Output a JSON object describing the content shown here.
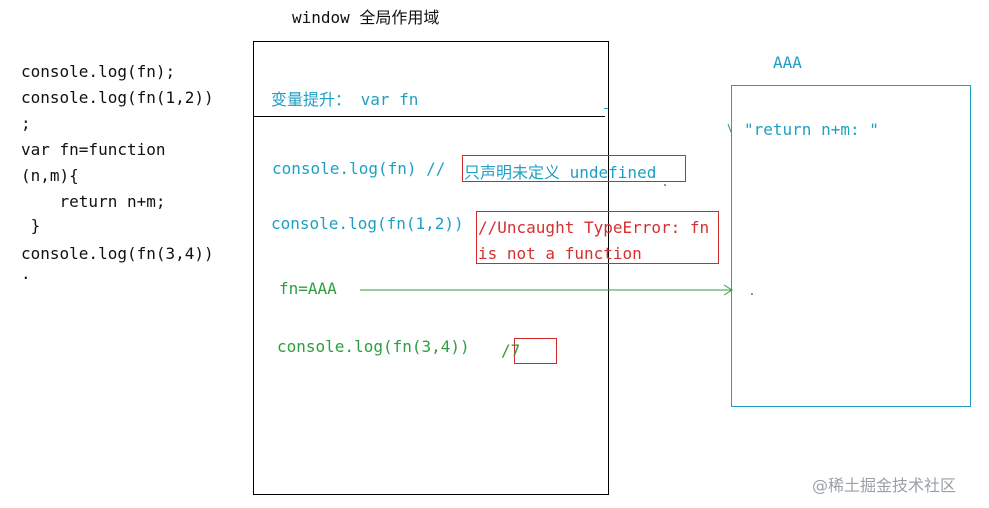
{
  "window_title": "window 全局作用域",
  "left_code": {
    "lines": [
      "console.log(fn);",
      "console.log(fn(1,2))",
      ";",
      "var fn=function",
      "(n,m){",
      "    return n+m;",
      " }",
      "console.log(fn(3,4))",
      "."
    ]
  },
  "scope": {
    "hoist_label": "变量提升： var fn",
    "line1_code": "console.log(fn) //",
    "line1_note": "只声明未定义 undefined",
    "line2_code": "console.log(fn(1,2))",
    "line2_note_a": "//Uncaught TypeError: fn",
    "line2_note_b": "is not a function",
    "assign": "fn=AAA",
    "line3_code": "console.log(fn(3,4))",
    "line3_slash": "/",
    "line3_result": "/7"
  },
  "heap": {
    "label": "AAA",
    "content": "\"return n+m: \""
  },
  "watermark": "@稀土掘金技术社区",
  "colors": {
    "cyan": "#1ea0c4",
    "red": "#d43030",
    "green": "#2e9e3e"
  }
}
